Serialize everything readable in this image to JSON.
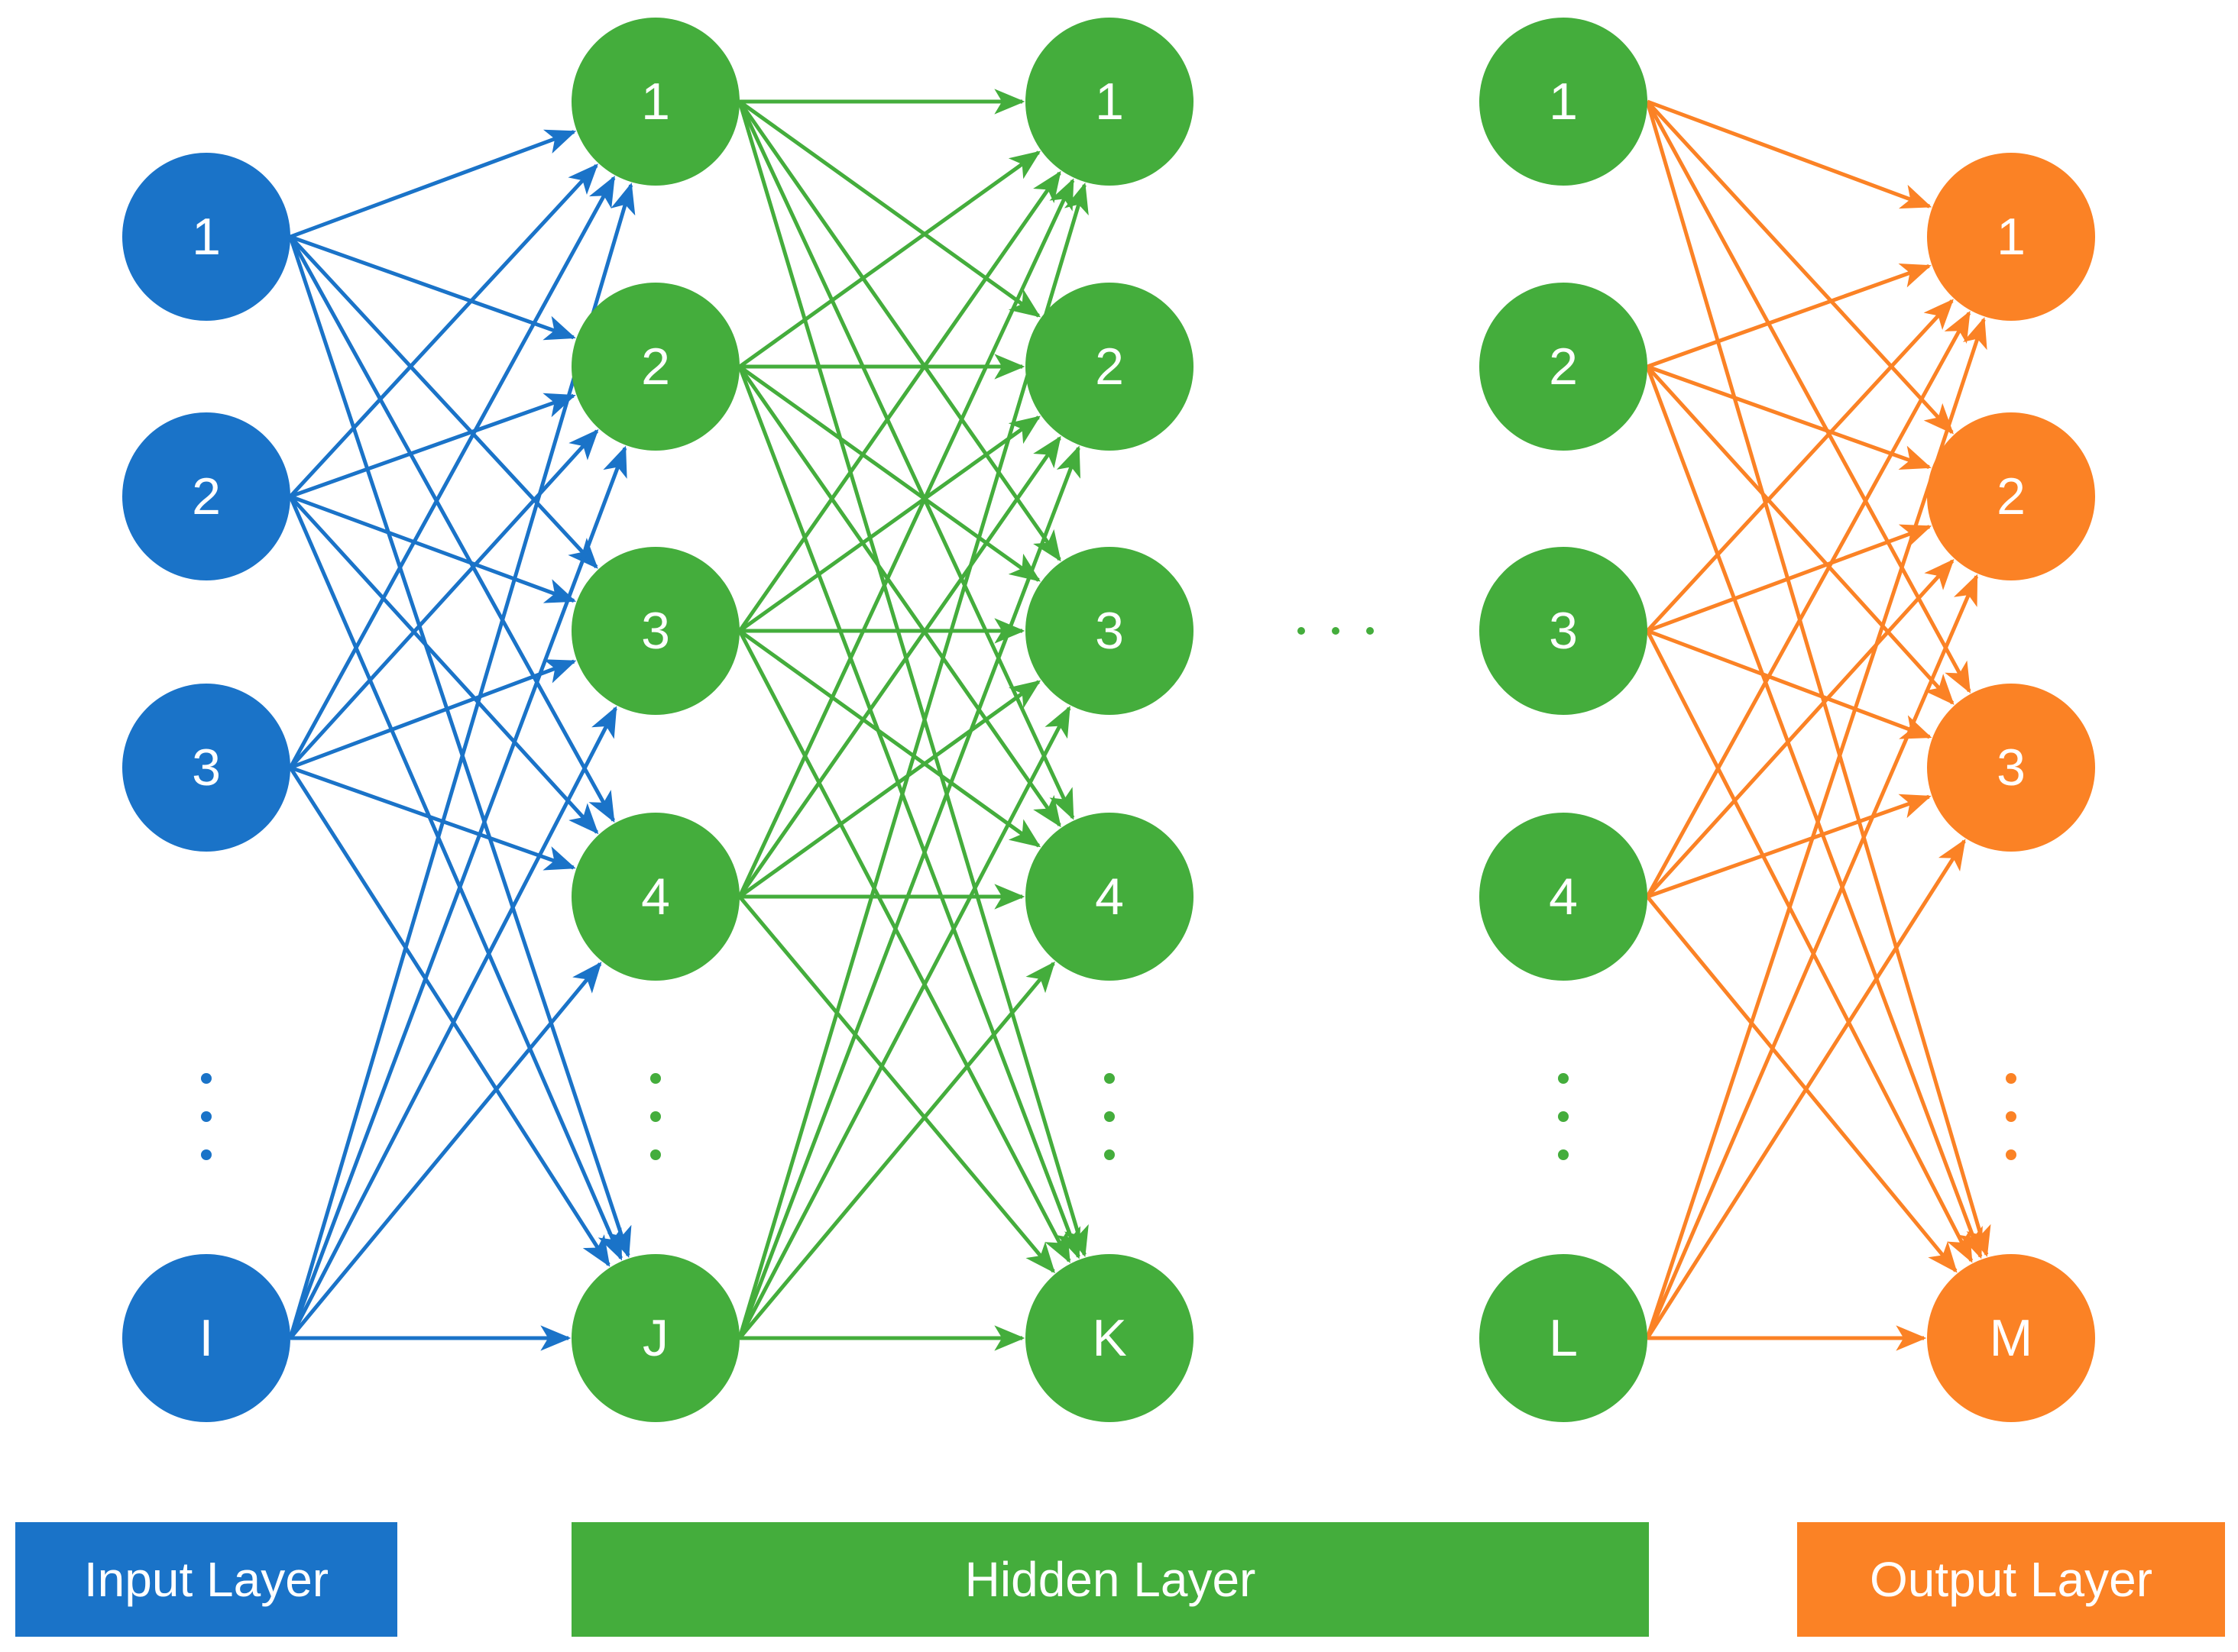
{
  "colors": {
    "input": "#1a73c8",
    "hidden": "#44ad3c",
    "output": "#fb8225"
  },
  "layers": [
    {
      "id": "input",
      "color_key": "input",
      "labels": [
        "1",
        "2",
        "3",
        "I"
      ],
      "ellipsis": "vertical"
    },
    {
      "id": "hidden-1",
      "color_key": "hidden",
      "labels": [
        "1",
        "2",
        "3",
        "4",
        "J"
      ],
      "ellipsis": "vertical"
    },
    {
      "id": "hidden-2",
      "color_key": "hidden",
      "labels": [
        "1",
        "2",
        "3",
        "4",
        "K"
      ],
      "ellipsis": "vertical"
    },
    {
      "id": "hidden-last",
      "color_key": "hidden",
      "labels": [
        "1",
        "2",
        "3",
        "4",
        "L"
      ],
      "ellipsis": "vertical"
    },
    {
      "id": "output",
      "color_key": "output",
      "labels": [
        "1",
        "2",
        "3",
        "M"
      ],
      "ellipsis": "vertical"
    }
  ],
  "connections": [
    {
      "from": 0,
      "to": 1,
      "color_key": "input"
    },
    {
      "from": 1,
      "to": 2,
      "color_key": "hidden"
    },
    {
      "from": 3,
      "to": 4,
      "color_key": "output"
    }
  ],
  "between_layers_ellipsis": "horizontal",
  "legend": {
    "input": "Input Layer",
    "hidden": "Hidden Layer",
    "output": "Output Layer"
  }
}
